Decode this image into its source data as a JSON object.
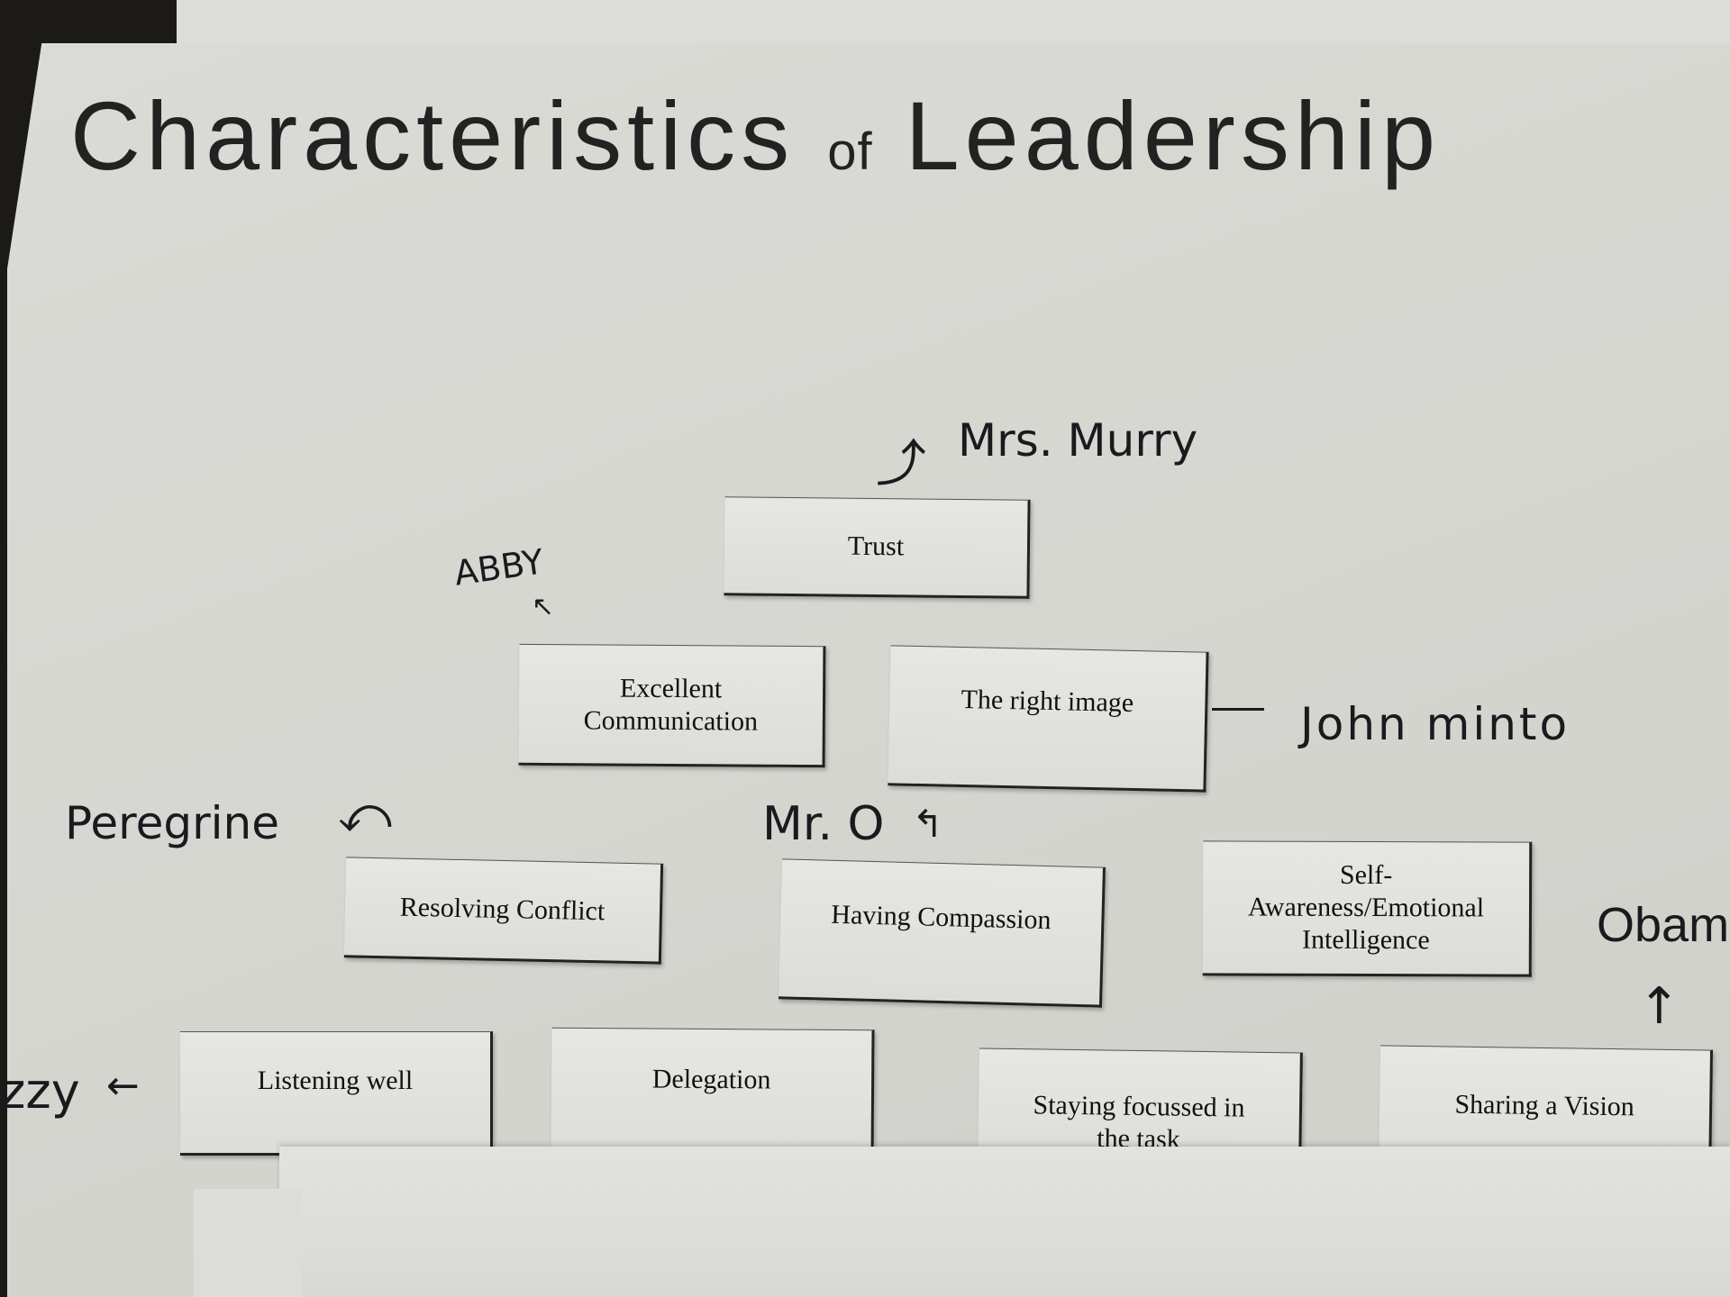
{
  "poster": {
    "title_main": "Characteristics",
    "title_of": "of",
    "title_end": "Leadership"
  },
  "cards": [
    {
      "label": "Trust"
    },
    {
      "label": "Excellent Communication"
    },
    {
      "label": "The right image"
    },
    {
      "label": "Resolving Conflict"
    },
    {
      "label": "Having Compassion"
    },
    {
      "label": "Self-Awareness/Emotional Intelligence"
    },
    {
      "label": "Listening well"
    },
    {
      "label": "Delegation"
    },
    {
      "label": "Staying focussed in the task"
    },
    {
      "label": "Sharing a Vision"
    }
  ],
  "annotations": [
    {
      "name": "Mrs. Murry",
      "arrow": "curved-arrow-right"
    },
    {
      "name": "ABBY",
      "arrow": "arrow-up-left"
    },
    {
      "name": "John minto",
      "arrow": "dash"
    },
    {
      "name": "Peregrine",
      "arrow": "curved-arrow-left"
    },
    {
      "name": "Mr. O",
      "arrow": "arrow-up-left"
    },
    {
      "name": "Obam",
      "arrow": "arrow-up"
    },
    {
      "name": "zzy",
      "arrow": "arrow-left"
    }
  ]
}
